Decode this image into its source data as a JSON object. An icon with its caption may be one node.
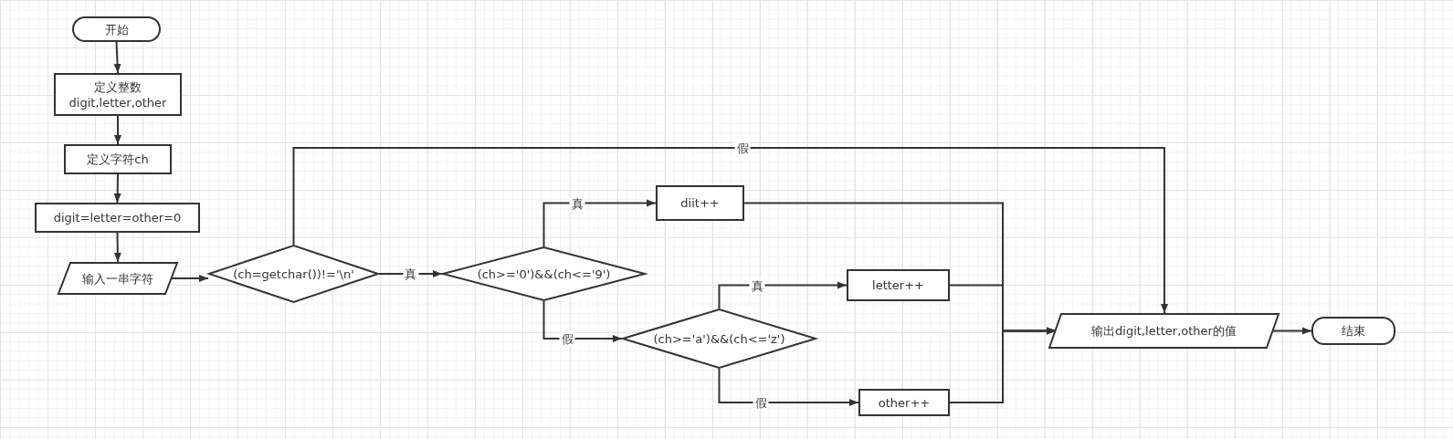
{
  "diagram": {
    "nodes": [
      {
        "text": [
          "开始"
        ]
      },
      {
        "text": [
          "定义整数 digit,letter,other"
        ]
      },
      {
        "text": [
          "定义字符ch"
        ]
      },
      {
        "text": [
          "digit=letter=other=0"
        ]
      },
      {
        "text": [
          "输入一串字符"
        ]
      },
      {
        "text": [
          "(ch=getchar())!='\\n'"
        ]
      },
      {
        "text": [
          "(ch>='0')&&(ch<='9')"
        ]
      },
      {
        "text": [
          "diit++"
        ]
      },
      {
        "text": [
          "(ch>='a')&&(ch<='z')"
        ]
      },
      {
        "text": [
          "letter++"
        ]
      },
      {
        "text": [
          "other++"
        ]
      },
      {
        "text": [
          "输出digit,letter,other的值"
        ]
      },
      {
        "text": [
          "结束"
        ]
      }
    ],
    "edges": [
      {
        "from": 0,
        "to": 1,
        "arrow": "to"
      },
      {
        "from": 1,
        "to": 2,
        "arrow": "to"
      },
      {
        "from": 2,
        "to": 3,
        "arrow": "to"
      },
      {
        "from": 3,
        "to": 4,
        "arrow": "to"
      },
      {
        "from": 4,
        "to": 5,
        "arrow": "to"
      },
      {
        "from": 5,
        "to": 11,
        "arrow": "to",
        "label": "假"
      },
      {
        "from": 5,
        "to": 6,
        "arrow": "to",
        "label": "真"
      },
      {
        "from": 6,
        "to": 7,
        "arrow": "to",
        "label": "真"
      },
      {
        "from": 6,
        "to": 8,
        "arrow": "to",
        "label": "假"
      },
      {
        "from": 8,
        "to": 9,
        "arrow": "to",
        "label": "真"
      },
      {
        "from": 8,
        "to": 10,
        "arrow": "to",
        "label": "假"
      },
      {
        "from": 7,
        "to": 11,
        "arrow": "to"
      },
      {
        "from": 9,
        "to": 11,
        "arrow": "to"
      },
      {
        "from": 10,
        "to": 11,
        "arrow": "to"
      },
      {
        "from": 11,
        "to": 12,
        "arrow": "to"
      }
    ]
  }
}
